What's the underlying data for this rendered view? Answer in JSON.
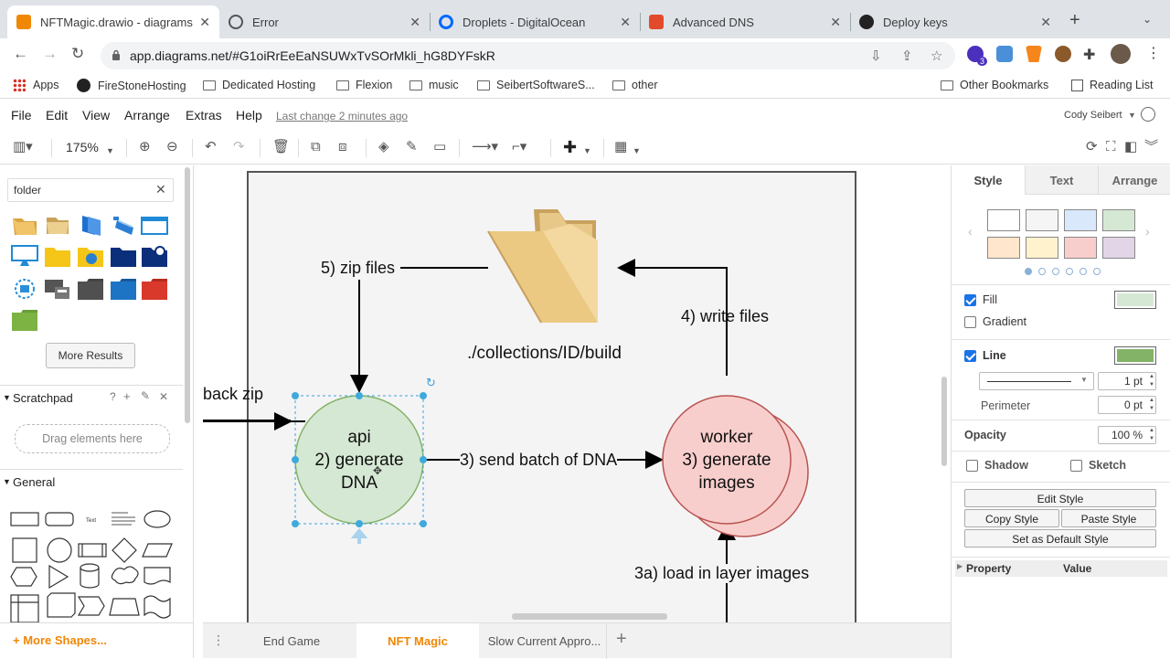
{
  "browser": {
    "tabs": [
      {
        "title": "NFTMagic.drawio - diagrams",
        "favicon_color": "#f08705",
        "active": true
      },
      {
        "title": "Error",
        "favicon_color": "#555555",
        "active": false
      },
      {
        "title": "Droplets - DigitalOcean",
        "favicon_color": "#0069ff",
        "active": false
      },
      {
        "title": "Advanced DNS",
        "favicon_color": "#e24a2b",
        "active": false
      },
      {
        "title": "Deploy keys",
        "favicon_color": "#222222",
        "active": false
      }
    ],
    "new_tab": "+",
    "url": "app.diagrams.net/#G1oiRrEeEaNSUWxTvSOrMkli_hG8DYFskR",
    "extension_badge": "3",
    "bookmarks": [
      {
        "label": "Apps",
        "kind": "apps"
      },
      {
        "label": "FireStoneHosting",
        "kind": "github"
      },
      {
        "label": "Dedicated Hosting",
        "kind": "folder"
      },
      {
        "label": "Flexion",
        "kind": "folder"
      },
      {
        "label": "music",
        "kind": "folder"
      },
      {
        "label": "SeibertSoftwareS...",
        "kind": "folder"
      },
      {
        "label": "other",
        "kind": "folder"
      }
    ],
    "other_bookmarks": "Other Bookmarks",
    "reading_list": "Reading List"
  },
  "app": {
    "menu": [
      "File",
      "Edit",
      "View",
      "Arrange",
      "Extras",
      "Help"
    ],
    "last_change": "Last change 2 minutes ago",
    "user": "Cody Seibert",
    "zoom": "175%"
  },
  "left_panel": {
    "search_value": "folder",
    "more_results": "More Results",
    "scratchpad_title": "Scratchpad",
    "scratchpad_drop": "Drag elements here",
    "scratchpad_icons": [
      "?",
      "+",
      "✎",
      "✕"
    ],
    "general_title": "General",
    "more_shapes": "+ More Shapes..."
  },
  "diagram": {
    "labels": {
      "zip_files": "5) zip files",
      "write_files": "4) write files",
      "build_path": "./collections/ID/build",
      "back_zip": "back zip",
      "send_batch": "3) send batch of DNA",
      "load_layers": "3a) load in layer images"
    },
    "api_node": {
      "line1": "api",
      "line2": "2) generate",
      "line3": "DNA",
      "fill": "#d5e8d4",
      "stroke": "#82b366"
    },
    "worker_node": {
      "line1": "worker",
      "line2": "3) generate",
      "line3": "images",
      "fill": "#f8cecc",
      "stroke": "#b85450"
    }
  },
  "pages": [
    {
      "label": "End Game",
      "active": false
    },
    {
      "label": "NFT Magic",
      "active": true
    },
    {
      "label": "Slow Current Appro...",
      "active": false
    }
  ],
  "format_panel": {
    "tabs": [
      "Style",
      "Text",
      "Arrange"
    ],
    "swatches": [
      "#ffffff",
      "#f5f5f5",
      "#dae8fc",
      "#d5e8d4",
      "#ffe6cc",
      "#fff2cc",
      "#f8cecc",
      "#e1d5e7"
    ],
    "fill_label": "Fill",
    "fill_color": "#d5e8d4",
    "gradient_label": "Gradient",
    "line_label": "Line",
    "line_color": "#82b366",
    "line_width": "1 pt",
    "perimeter_label": "Perimeter",
    "perimeter_value": "0 pt",
    "opacity_label": "Opacity",
    "opacity_value": "100 %",
    "shadow_label": "Shadow",
    "sketch_label": "Sketch",
    "edit_style": "Edit Style",
    "copy_style": "Copy Style",
    "paste_style": "Paste Style",
    "default_style": "Set as Default Style",
    "property_header": "Property",
    "value_header": "Value"
  }
}
